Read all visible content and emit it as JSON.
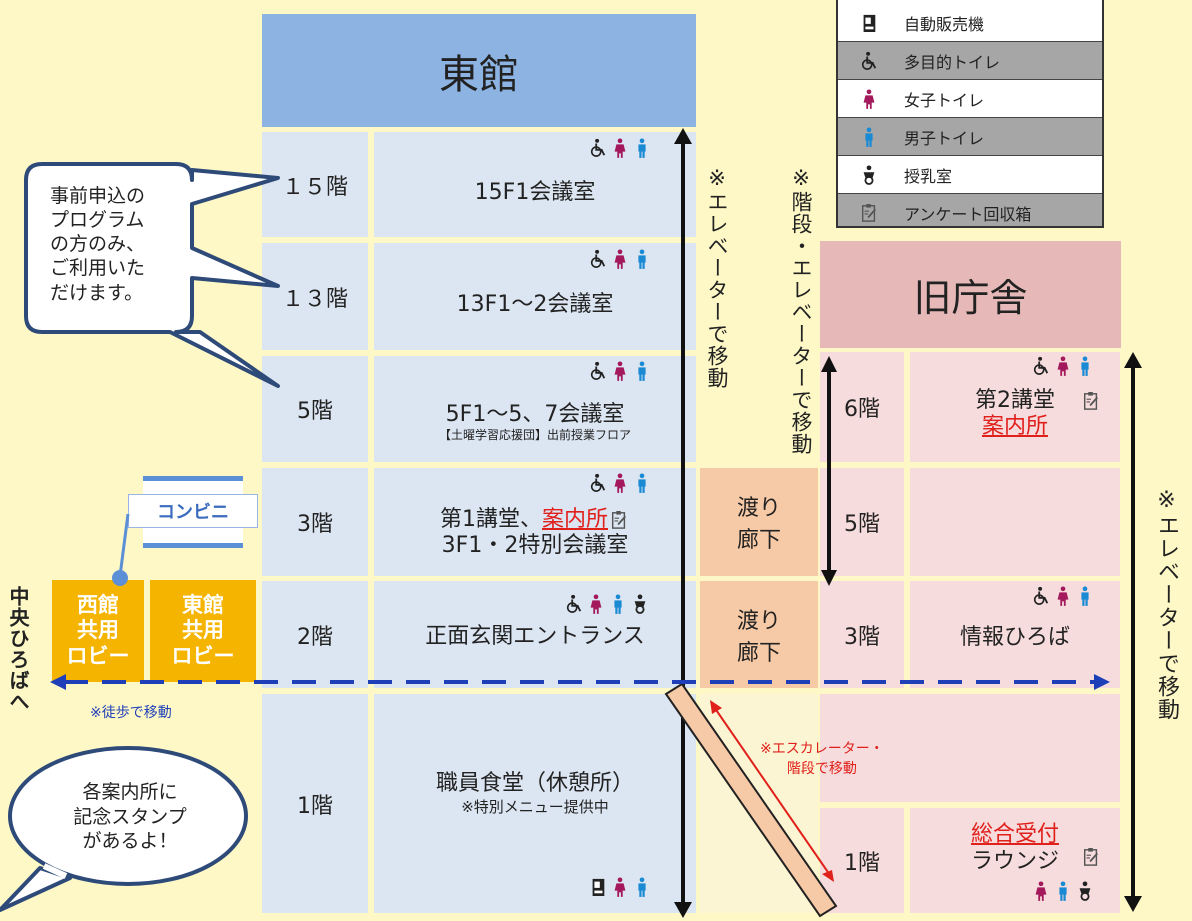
{
  "legend": [
    {
      "icon": "vending-machine-icon",
      "label": "自動販売機",
      "shaded": false
    },
    {
      "icon": "accessible-toilet-icon",
      "label": "多目的トイレ",
      "shaded": true
    },
    {
      "icon": "women-toilet-icon",
      "label": "女子トイレ",
      "shaded": false
    },
    {
      "icon": "men-toilet-icon",
      "label": "男子トイレ",
      "shaded": true
    },
    {
      "icon": "nursing-room-icon",
      "label": "授乳室",
      "shaded": false
    },
    {
      "icon": "survey-box-icon",
      "label": "アンケート回収箱",
      "shaded": true
    }
  ],
  "east": {
    "title": "東館",
    "floors": [
      {
        "floor": "１５階",
        "room": "15F1会議室"
      },
      {
        "floor": "１３階",
        "room": "13F1～2会議室"
      },
      {
        "floor": "5階",
        "room": "5F1～5、7会議室",
        "sub": "【土曜学習応援団】出前授業フロア"
      },
      {
        "floor": "3階",
        "room_a": "第1講堂、",
        "room_link": "案内所",
        "room_b": "3F1・2特別会議室"
      },
      {
        "floor": "2階",
        "room": "正面玄関エントランス"
      },
      {
        "floor": "1階",
        "room": "職員食堂（休憩所）",
        "sub": "※特別メニュー提供中"
      }
    ],
    "elevator_note": "※エレベーターで移動"
  },
  "old": {
    "title": "旧庁舎",
    "stairs_note": "※階段・エレベーターで移動",
    "elevator_note": "※エレベーターで移動",
    "floors": [
      {
        "floor": "6階",
        "room": "第2講堂",
        "link": "案内所"
      },
      {
        "floor": "5階",
        "room": ""
      },
      {
        "floor": "3階",
        "room": "情報ひろば"
      },
      {
        "floor": "1階",
        "link": "総合受付",
        "room": "ラウンジ"
      }
    ]
  },
  "bridge": {
    "label_1": "渡り",
    "label_2": "廊下"
  },
  "lobbies": [
    {
      "l1": "西館",
      "l2": "共用",
      "l3": "ロビー"
    },
    {
      "l1": "東館",
      "l2": "共用",
      "l3": "ロビー"
    }
  ],
  "convenience": "コンビニ",
  "walk_note": "※徒歩で移動",
  "to_central": "中央ひろばへ",
  "escalator_note_1": "※エスカレーター・",
  "escalator_note_2": "階段で移動",
  "callout_program": [
    "事前申込の",
    "プログラム",
    "の方のみ、",
    "ご利用いた",
    "だけます。"
  ],
  "callout_stamp": [
    "各案内所に",
    "記念スタンプ",
    "があるよ！"
  ],
  "colors": {
    "east_header": "#8db3e2",
    "old_header": "#e6b9b8",
    "east_body": "#dce6f2",
    "old_body": "#f6dcdc",
    "lobby": "#f5b400",
    "bridge": "#f7caa7",
    "link": "#e0201b",
    "background": "#fdf8c6"
  }
}
